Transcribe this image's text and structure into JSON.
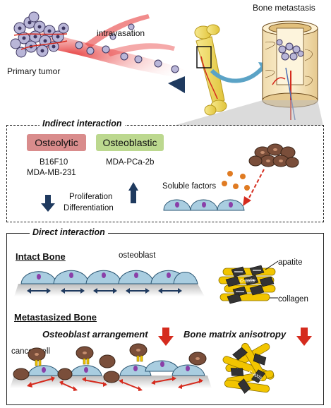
{
  "top": {
    "primary_tumor": "Primary tumor",
    "intravasation": "intravasation",
    "bone_metastasis": "Bone metastasis"
  },
  "indirect": {
    "title": "Indirect interaction",
    "osteolytic_label": "Osteolytic",
    "osteolytic_lines": [
      "B16F10",
      "MDA-MB-231"
    ],
    "osteoblastic_label": "Osteoblastic",
    "osteoblastic_lines": [
      "MDA-PCa-2b"
    ],
    "proliferation": "Proliferation",
    "differentiation": "Differentiation",
    "soluble_factors": "Soluble factors"
  },
  "direct": {
    "title": "Direct interaction",
    "intact_bone": "Intact Bone",
    "osteoblast": "osteoblast",
    "apatite": "apatite",
    "collagen": "collagen",
    "c_axis": "c-axis",
    "metastasized_bone": "Metastasized Bone",
    "osteoblast_arrangement": "Osteoblast arrangement",
    "bone_matrix_anisotropy": "Bone matrix anisotropy",
    "cancer_cell": "cancer cell"
  },
  "colors": {
    "osteolytic_bg": "#d98c8c",
    "osteoblastic_bg": "#bcd88f",
    "osteoblast_fill": "#a9cde0",
    "nucleus": "#8a3fa8",
    "blue_arrow": "#1f3a5f",
    "red_arrow": "#d52b1e",
    "cancer_cell": "#7a4e3a",
    "collagen": "#f2c500"
  }
}
